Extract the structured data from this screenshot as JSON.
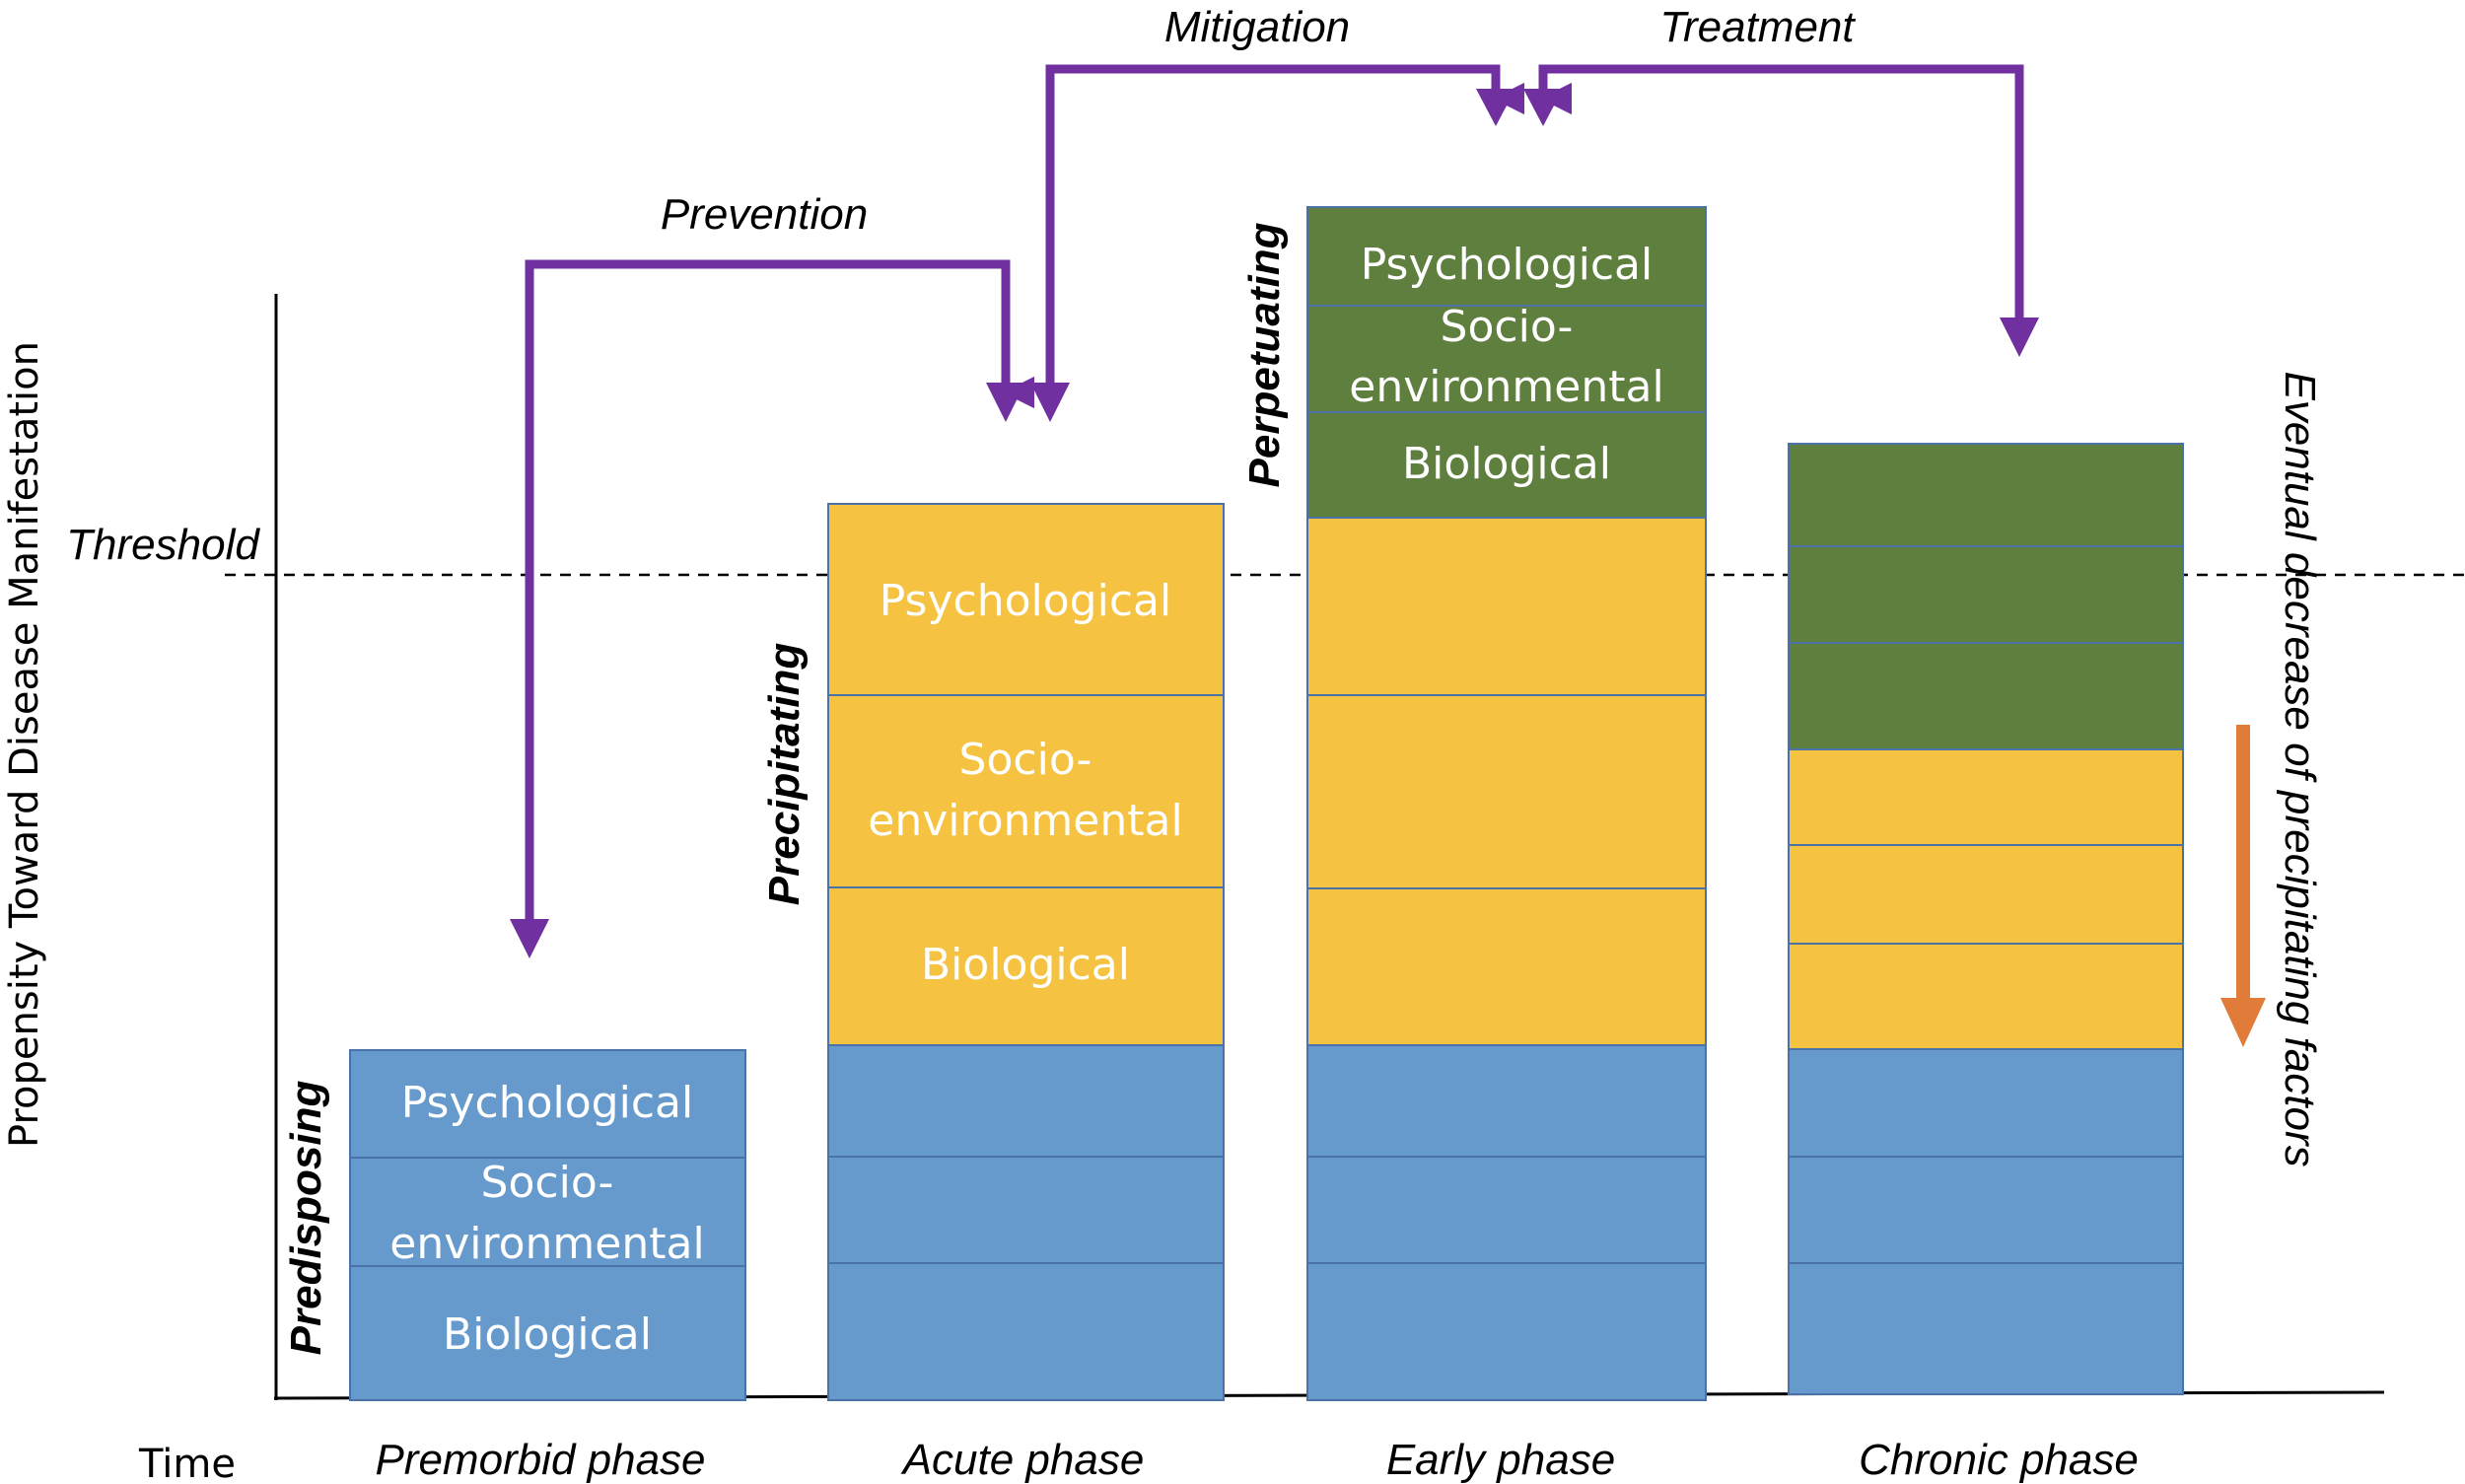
{
  "axis": {
    "y_label": "Propensity Toward Disease Manifestation",
    "x_label": "Time",
    "threshold_label": "Threshold"
  },
  "phases": {
    "premorbid": "Premorbid phase",
    "acute": "Acute phase",
    "early": "Early phase",
    "chronic": "Chronic phase"
  },
  "categories": {
    "predisposing": "Predisposing",
    "precipitating": "Precipitating",
    "perpetuating": "Perpetuating"
  },
  "factors": {
    "psychological": "Psychological",
    "socio_line1": "Socio-",
    "socio_line2": "environmental",
    "biological": "Biological"
  },
  "interventions": {
    "prevention": "Prevention",
    "mitigation": "Mitigation",
    "treatment": "Treatment"
  },
  "side_note": "Eventual decrease of precipitating factors",
  "colors": {
    "predisposing": "#6699cc",
    "precipitating": "#f5c242",
    "perpetuating": "#5e7f3d",
    "intervention_arrow": "#7030a0",
    "decrease_arrow": "#e07b39",
    "block_border": "#4a72a8"
  }
}
